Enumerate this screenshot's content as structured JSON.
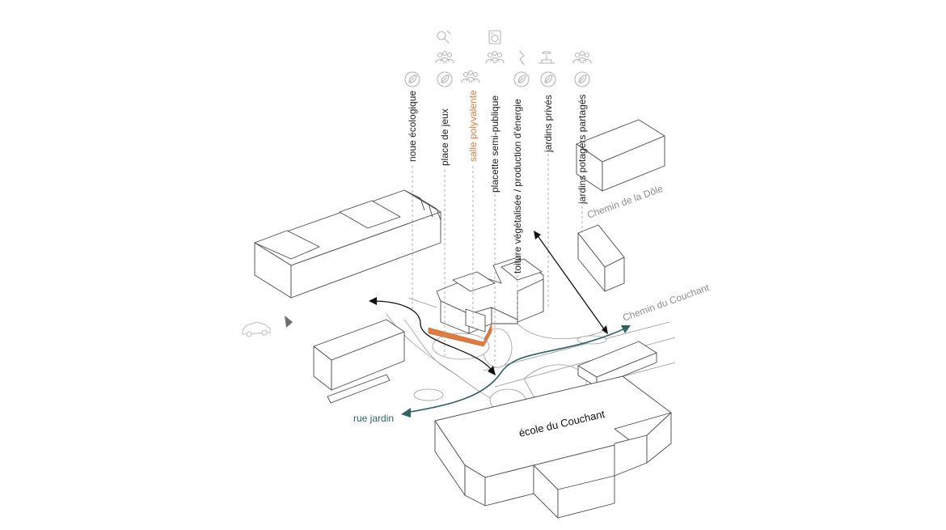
{
  "programme": [
    {
      "label": "noue écologique",
      "color": "#222222",
      "icons": [
        "leaf-circle-icon"
      ]
    },
    {
      "label": "place de jeux",
      "color": "#222222",
      "icons": [
        "leaf-circle-icon",
        "people-icon",
        "playground-icon"
      ]
    },
    {
      "label": "salle polyvalente",
      "color": "#e07b3f",
      "icons": [
        "people-icon"
      ]
    },
    {
      "label": "placette semi-publique",
      "color": "#222222",
      "icons": [
        "people-icon",
        "washing-machine-icon"
      ]
    },
    {
      "label": "toiture végétalisée / production d'énergie",
      "color": "#222222",
      "icons": [
        "leaf-circle-icon",
        "lightning-icon"
      ]
    },
    {
      "label": "jardins privés",
      "color": "#222222",
      "icons": [
        "leaf-circle-icon",
        "garden-tools-icon"
      ]
    },
    {
      "label": "jardins potagers partagés",
      "color": "#222222",
      "icons": [
        "leaf-circle-icon",
        "people-icon"
      ]
    }
  ],
  "streets": {
    "chemin_dole": "Chemin de la Dôle",
    "chemin_couchant": "Chemin du Couchant",
    "rue_jardin": "rue jardin"
  },
  "school": "école du Couchant",
  "colors": {
    "accent_orange": "#e07b3f",
    "teal": "#2f6463",
    "line": "#4a4a4a",
    "icon_grey": "#b5b5b5"
  },
  "markers": [
    "car-icon",
    "north-arrow-icon"
  ]
}
